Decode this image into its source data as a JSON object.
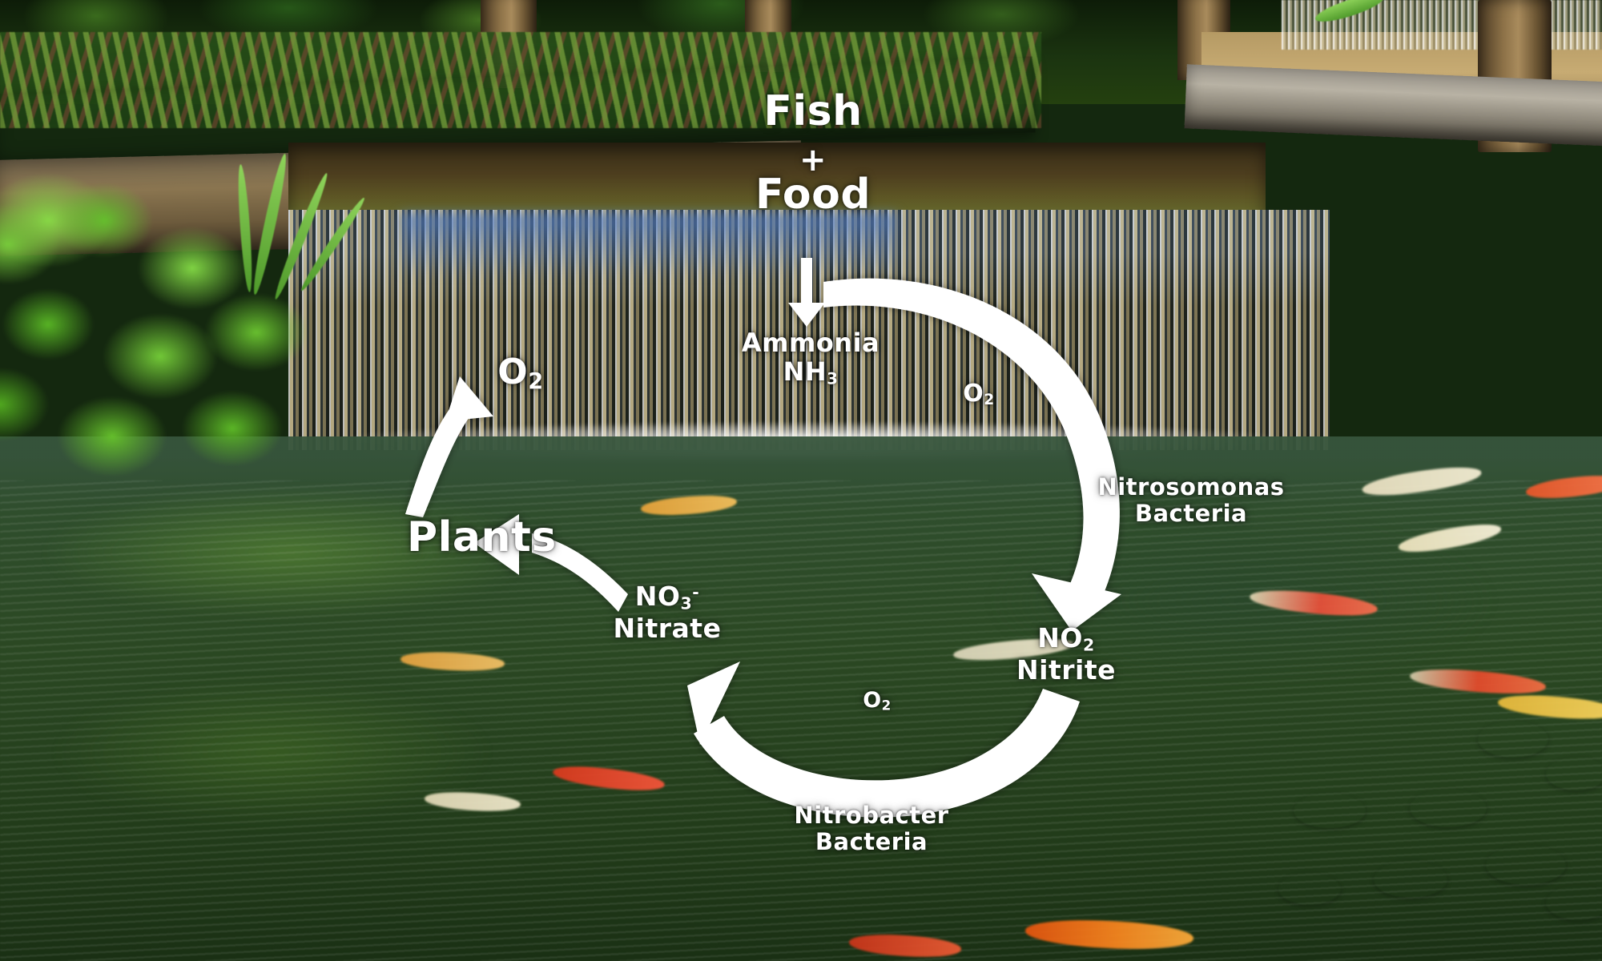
{
  "scene": {
    "title": "Pond Nitrogen Cycle",
    "description": "Koi pond with waterfall; nitrogen cycle diagram overlaid in white",
    "photo_elements": [
      "palm-trunks",
      "bromeliad-groundcover",
      "stone-retaining-wall",
      "upper-waterfall",
      "main-waterfall",
      "white-foam",
      "koi-fish",
      "water-hyacinth-plants",
      "lily-pads",
      "sandy-bank",
      "green-pond-water"
    ]
  },
  "diagram": {
    "type": "nitrogen-cycle",
    "accent_color": "#ffffff",
    "nodes": [
      {
        "id": "fish_food",
        "line1": "Fish",
        "line2": "+",
        "line3": "Food"
      },
      {
        "id": "ammonia",
        "name": "Ammonia",
        "formula_main": "NH",
        "formula_sub": "3"
      },
      {
        "id": "nitrite",
        "formula_main": "NO",
        "formula_sub": "2",
        "name": "Nitrite"
      },
      {
        "id": "nitrate",
        "formula_main": "NO",
        "formula_sub": "3",
        "formula_sup": "-",
        "name": "Nitrate"
      },
      {
        "id": "plants",
        "name": "Plants"
      }
    ],
    "bacteria": [
      {
        "id": "nitrosomonas",
        "line1": "Nitrosomonas",
        "line2": "Bacteria"
      },
      {
        "id": "nitrobacter",
        "line1": "Nitrobacter",
        "line2": "Bacteria"
      }
    ],
    "oxygen_labels": [
      {
        "id": "o2_left_large",
        "main": "O",
        "sub": "2"
      },
      {
        "id": "o2_right_arc",
        "main": "O",
        "sub": "2"
      },
      {
        "id": "o2_bottom_arc",
        "main": "O",
        "sub": "2"
      }
    ],
    "arrows": [
      {
        "id": "fish-to-ammonia",
        "from": "fish_food",
        "to": "ammonia",
        "shape": "straight-down"
      },
      {
        "id": "ammonia-to-nitrite",
        "from": "ammonia",
        "to": "nitrite",
        "shape": "arc-clockwise-right",
        "agent": "nitrosomonas"
      },
      {
        "id": "nitrite-to-nitrate",
        "from": "nitrite",
        "to": "nitrate",
        "shape": "arc-clockwise-bottom",
        "agent": "nitrobacter"
      },
      {
        "id": "nitrate-to-plants",
        "from": "nitrate",
        "to": "plants",
        "shape": "arc-curve-left"
      },
      {
        "id": "plants-to-o2",
        "from": "plants",
        "to": "o2_left_large",
        "shape": "arc-curve-up"
      }
    ]
  }
}
